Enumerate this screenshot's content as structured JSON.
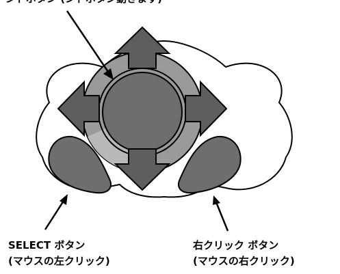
{
  "labels": {
    "pointer": "ンドボタン (ンドボタン動きます)",
    "select_line1": "SELECT ボタン",
    "select_line2": "(マウスの左クリック)",
    "right_click_line1": "右クリック ボタン",
    "right_click_line2": "(マウスの右クリック)"
  },
  "colors": {
    "outline": "#000000",
    "body_fill": "#ffffff",
    "ring_fill": "#9a9a9a",
    "ring_light": "#b8b8b8",
    "center_fill": "#6e6e6e",
    "arrow_fill": "#5e5e5e",
    "side_button_fill": "#6e6e6e"
  }
}
